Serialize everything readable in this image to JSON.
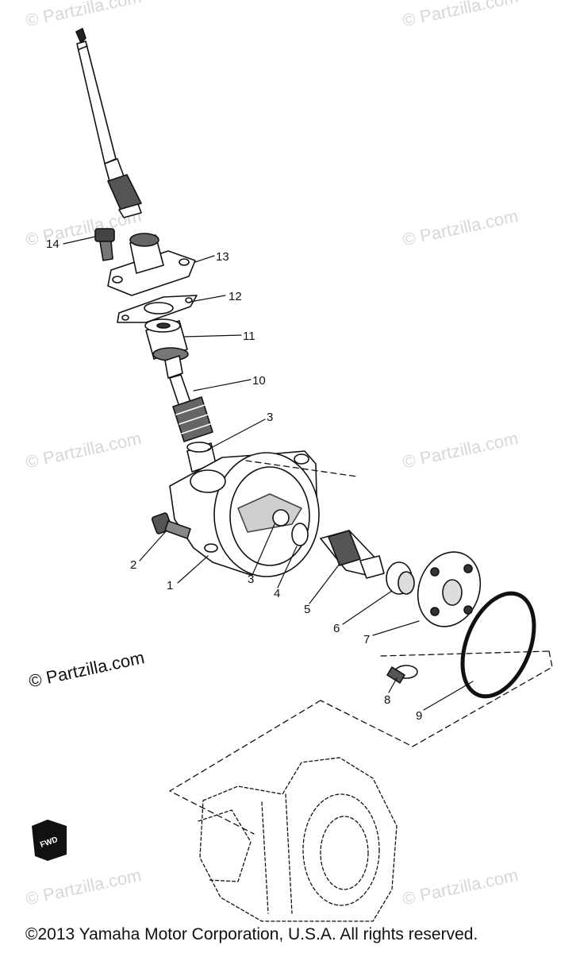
{
  "watermarks": [
    "© Partzilla.com",
    "© Partzilla.com",
    "© Partzilla.com",
    "© Partzilla.com",
    "© Partzilla.com",
    "© Partzilla.com",
    "© Partzilla.com",
    "© Partzilla.com"
  ],
  "main_watermark": "© Partzilla.com",
  "callouts": [
    "14",
    "13",
    "12",
    "11",
    "10",
    "3",
    "2",
    "1",
    "3",
    "4",
    "5",
    "6",
    "7",
    "8",
    "9"
  ],
  "fwd_label": "FWD",
  "copyright": "©2013  Yamaha Motor Corporation, U.S.A. All rights reserved."
}
